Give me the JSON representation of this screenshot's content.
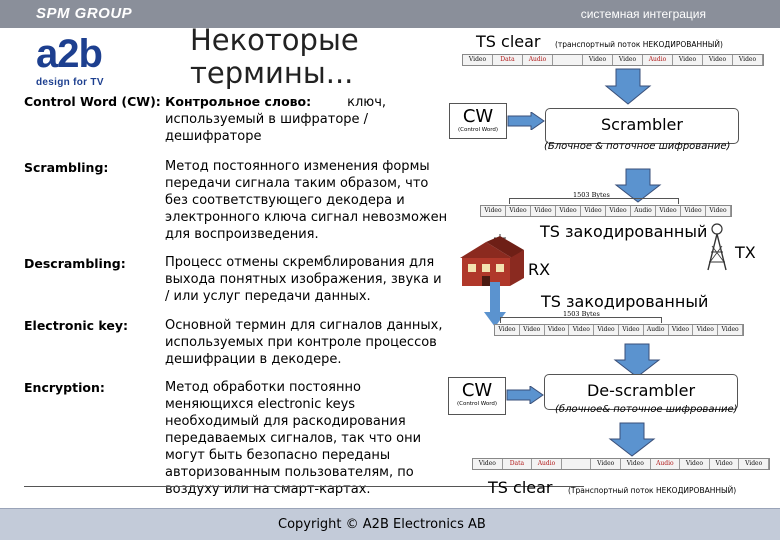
{
  "header": {
    "brand": "SPM GROUP",
    "tagline": "системная интеграция"
  },
  "logo": {
    "mark_main": "a2",
    "mark_accent": "b",
    "subtitle": "design for TV"
  },
  "title": "Некоторые термины...",
  "glossary": [
    {
      "term": "Control Word (CW):",
      "term_rest": " Контрольное слово:",
      "definition": " ключ, используемый в шифраторе /дешифраторе"
    },
    {
      "term": "Scrambling:",
      "definition": "Метод постоянного изменения формы передачи сигнала таким образом, что без соответствующего декодера и электронного ключа сигнал невозможен для воспроизведения."
    },
    {
      "term": "Descrambling:",
      "definition": "Процесс отмены скремблирования для выхода понятных изображения, звука и / или услуг передачи данных."
    },
    {
      "term": "Electronic key:",
      "definition": "Основной термин для сигналов данных, используемых при контроле процессов дешифрации в декодере."
    },
    {
      "term": "Encryption:",
      "definition": "Метод обработки постоянно меняющихся electronic keys необходимый для раскодирования передаваемых сигналов, так что они могут быть безопасно переданы авторизованным пользователям, по воздуху или на смарт-картах."
    }
  ],
  "diagram": {
    "ts_clear_top": "TS clear",
    "ts_clear_top_note": "(транспортный поток НЕКОДИРОВАННЫЙ)",
    "stream_top": [
      "Video",
      "Data",
      "Audio",
      "",
      "Video",
      "Video",
      "Audio",
      "Video",
      "Video",
      "Video"
    ],
    "cw_top": "CW",
    "cw_top_small": "(Control Word)",
    "scrambler": "Scrambler",
    "scrambler_note": "(Блочное & поточное шифрование)",
    "bytes_1": "1503 Bytes",
    "stream_enc1": [
      "Video",
      "Video",
      "Video",
      "Video",
      "Video",
      "Video",
      "Audio",
      "Video",
      "Video",
      "Video"
    ],
    "ts_encoded_1": "TS закодированный",
    "tx": "TX",
    "rx": "RX",
    "ts_encoded_2": "TS закодированный",
    "bytes_2": "1503 Bytes",
    "stream_enc2": [
      "Video",
      "Video",
      "Video",
      "Video",
      "Video",
      "Video",
      "Audio",
      "Video",
      "Video",
      "Video"
    ],
    "cw_bottom": "CW",
    "cw_bottom_small": "(Control Word)",
    "descrambler": "De-scrambler",
    "descrambler_note": "(блочное& поточное шифрование)",
    "stream_bottom": [
      "Video",
      "Data",
      "Audio",
      "",
      "Video",
      "Video",
      "Audio",
      "Video",
      "Video",
      "Video"
    ],
    "ts_clear_bottom": "TS clear",
    "ts_clear_bottom_note": "(Транспортный поток НЕКОДИРОВАННЫЙ)"
  },
  "footer": {
    "copyright": "Copyright © A2B Electronics AB"
  },
  "colors": {
    "arrow_fill": "#5b93cf",
    "house": "#b0382a",
    "topbar": "#8a8f9a",
    "footer": "#c3cbd9"
  }
}
